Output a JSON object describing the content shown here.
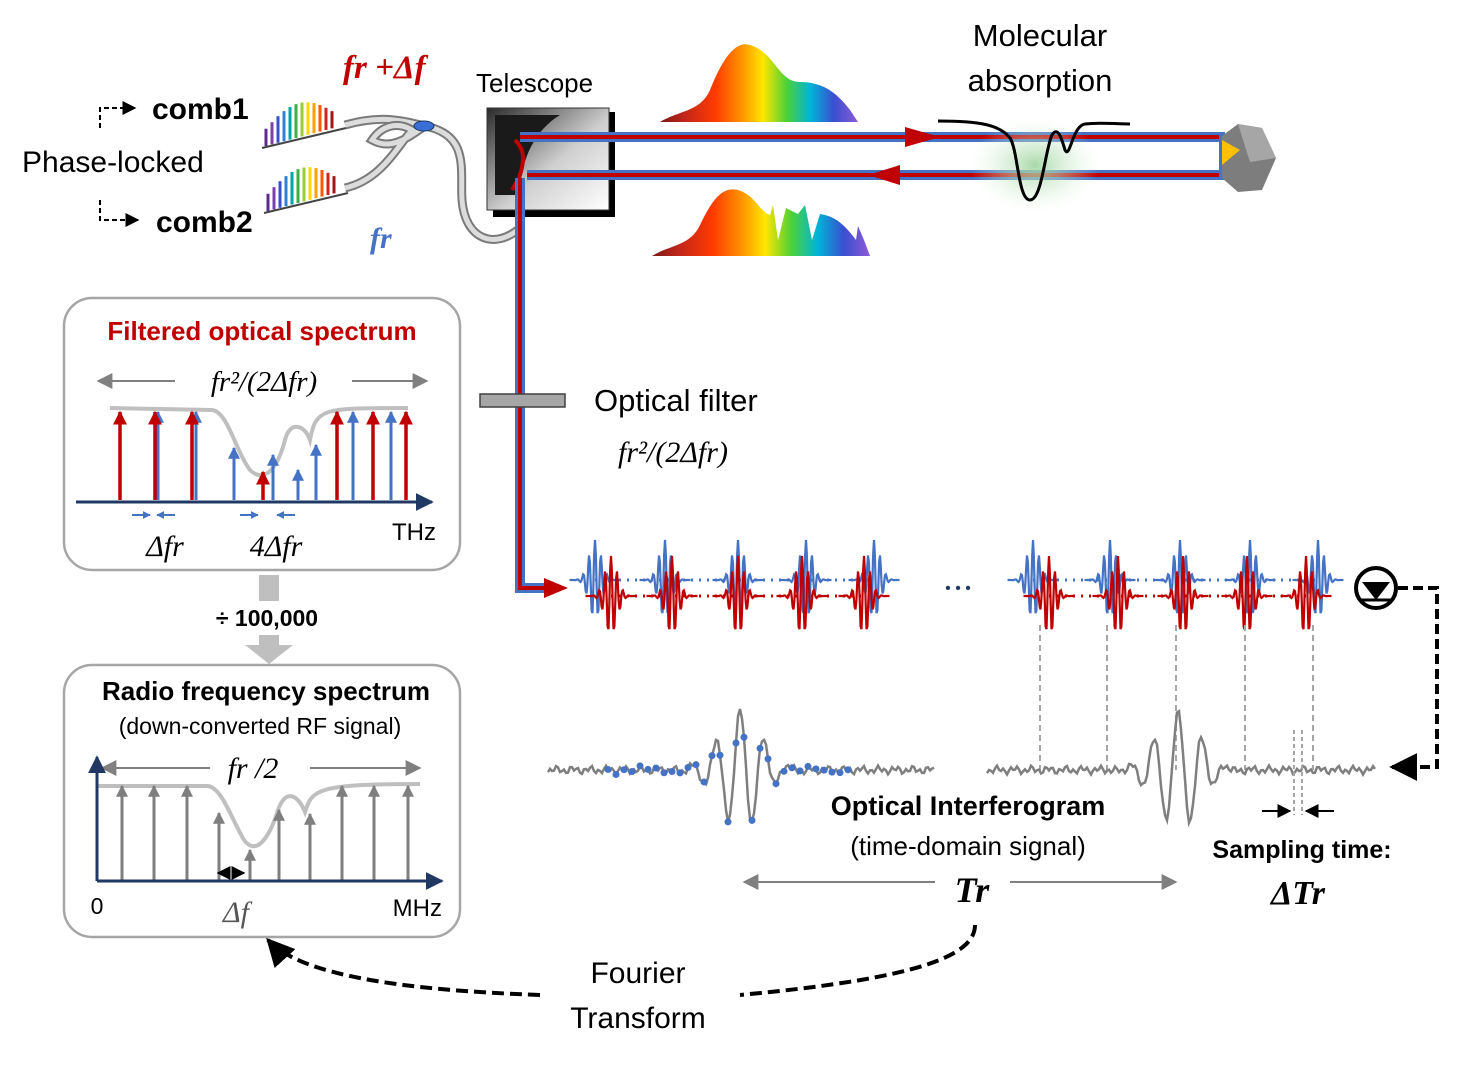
{
  "labels": {
    "comb1": "comb1",
    "comb2": "comb2",
    "phase_locked": "Phase-locked",
    "telescope": "Telescope",
    "molecular_absorption_line1": "Molecular",
    "molecular_absorption_line2": "absorption",
    "optical_filter": "Optical filter",
    "optical_filter_formula": "fr²/(2Δfr)",
    "divider": "÷ 100,000",
    "optical_interferogram": "Optical Interferogram",
    "time_domain_signal": "(time-domain signal)",
    "period": "Tr",
    "sampling_time": "Sampling time:",
    "sampling_time_symbol": "ΔTr",
    "fourier_line1": "Fourier",
    "fourier_line2": "Transform",
    "comb1_rep_rate": "fr +Δf",
    "comb2_rep_rate": "fr",
    "ellipsis": "• • •"
  },
  "optical_panel": {
    "title": "Filtered optical spectrum",
    "span_formula": "fr²/(2Δfr)",
    "delta_label": "Δfr",
    "delta4_label": "4Δfr",
    "axis_unit": "THz"
  },
  "rf_panel": {
    "title": "Radio frequency spectrum",
    "subtitle": "(down-converted RF signal)",
    "span_formula": "fr /2",
    "delta_label": "Δf",
    "axis_start": "0",
    "axis_unit": "MHz"
  },
  "colors": {
    "comb_red": "#c00000",
    "comb_blue": "#4472c4",
    "sample_dot": "#4472c4",
    "trace_gray": "#7f7f7f",
    "envelope_gray": "#bfbfbf",
    "panel_border": "#a6a6a6",
    "axis_navy": "#1f3864"
  }
}
